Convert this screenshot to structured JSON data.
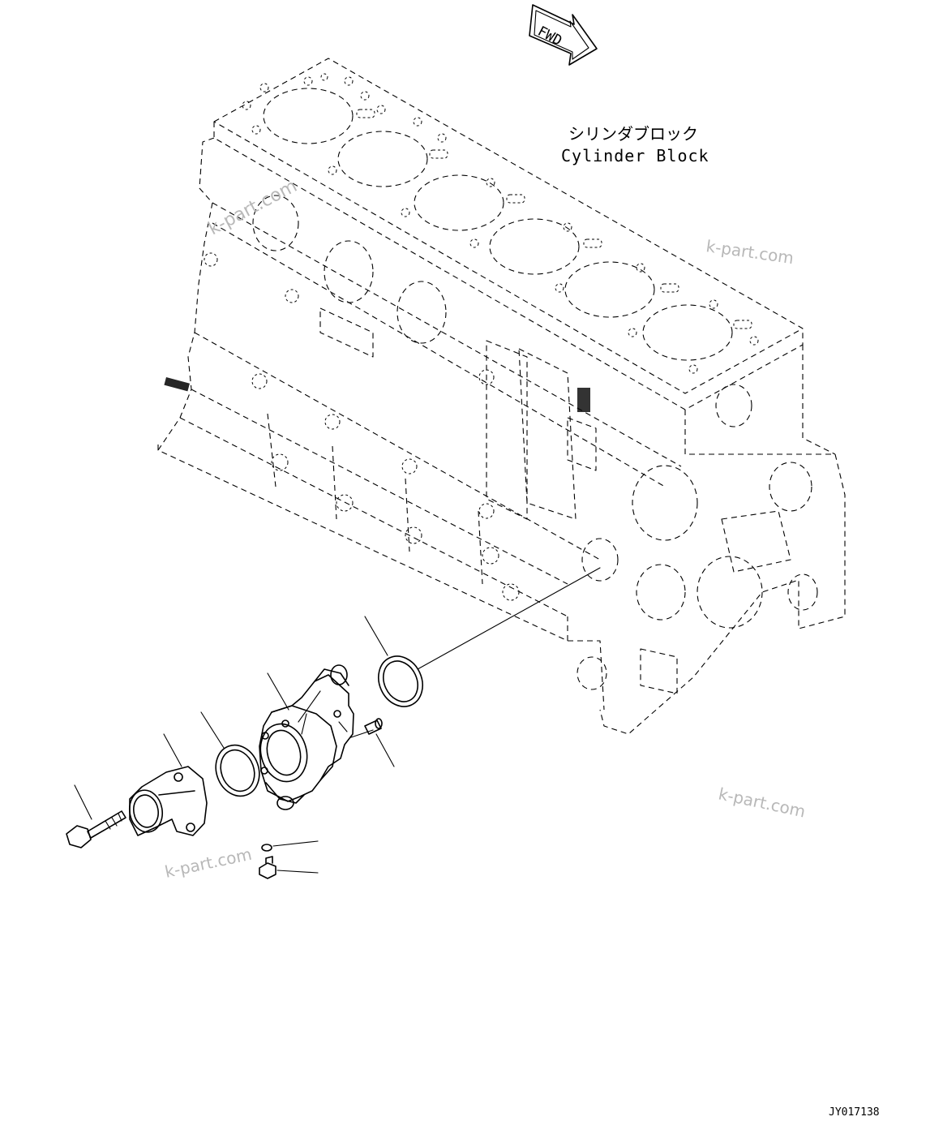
{
  "fwd_arrow": {
    "label": "FWD"
  },
  "cylinder_block": {
    "label_jp": "シリンダブロック",
    "label_en": "Cylinder Block"
  },
  "watermarks": [
    "k-part.com",
    "k-part.com",
    "k-part.com",
    "k-part.com"
  ],
  "drawing_code": "JY017138",
  "parts": [
    {
      "name": "bolt",
      "icon": "bolt-icon"
    },
    {
      "name": "water-outlet-elbow",
      "icon": "elbow-icon"
    },
    {
      "name": "o-ring-small",
      "icon": "o-ring-icon"
    },
    {
      "name": "thermostat-housing",
      "icon": "housing-icon"
    },
    {
      "name": "o-ring-large",
      "icon": "o-ring-icon"
    },
    {
      "name": "dowel-pin",
      "icon": "pin-icon"
    },
    {
      "name": "washer",
      "icon": "washer-icon"
    },
    {
      "name": "plug",
      "icon": "plug-icon"
    }
  ]
}
